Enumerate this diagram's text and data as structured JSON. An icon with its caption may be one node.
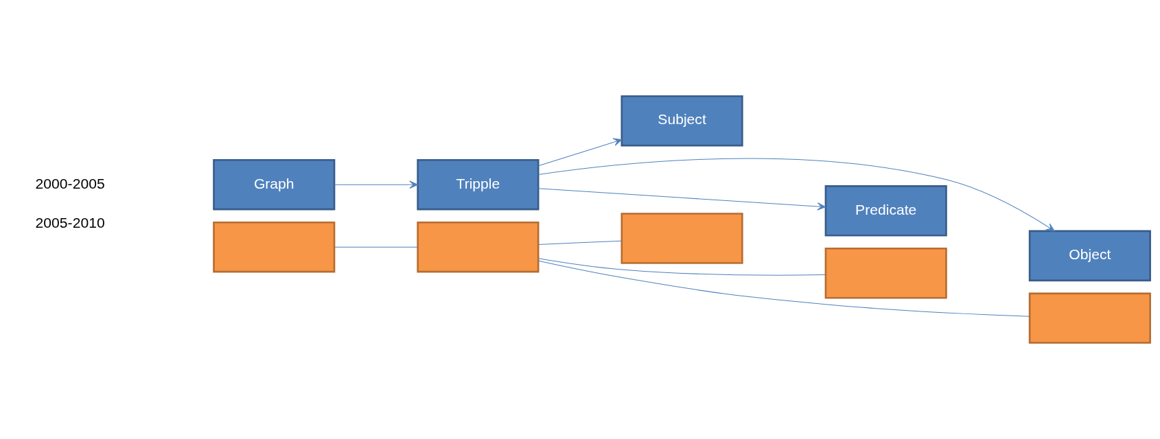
{
  "diagram": {
    "nodes": [
      {
        "text": [
          "Graph"
        ]
      },
      {
        "text": [],
        "shape": "box"
      },
      {
        "text": [
          "Tripple"
        ]
      },
      {
        "text": [],
        "shape": "box"
      },
      {
        "text": [
          "Subject"
        ]
      },
      {
        "text": [],
        "shape": "box"
      },
      {
        "text": [
          "Predicate"
        ]
      },
      {
        "text": [],
        "shape": "box"
      },
      {
        "text": [
          "Object"
        ]
      },
      {
        "text": [],
        "shape": "box"
      }
    ],
    "edges": [
      {
        "from": 0,
        "to": 2,
        "arrow": "to"
      },
      {
        "from": 1,
        "to": 3,
        "arrow": "none"
      },
      {
        "from": 2,
        "to": 4,
        "arrow": "to"
      },
      {
        "from": 2,
        "to": 6,
        "arrow": "to"
      },
      {
        "from": 2,
        "to": 8,
        "arrow": "to"
      },
      {
        "from": 3,
        "to": 5,
        "arrow": "none"
      },
      {
        "from": 3,
        "to": 7,
        "arrow": "none"
      },
      {
        "from": 3,
        "to": 9,
        "arrow": "none"
      }
    ],
    "labels": [
      "2000-2005",
      "2005-2010"
    ]
  }
}
